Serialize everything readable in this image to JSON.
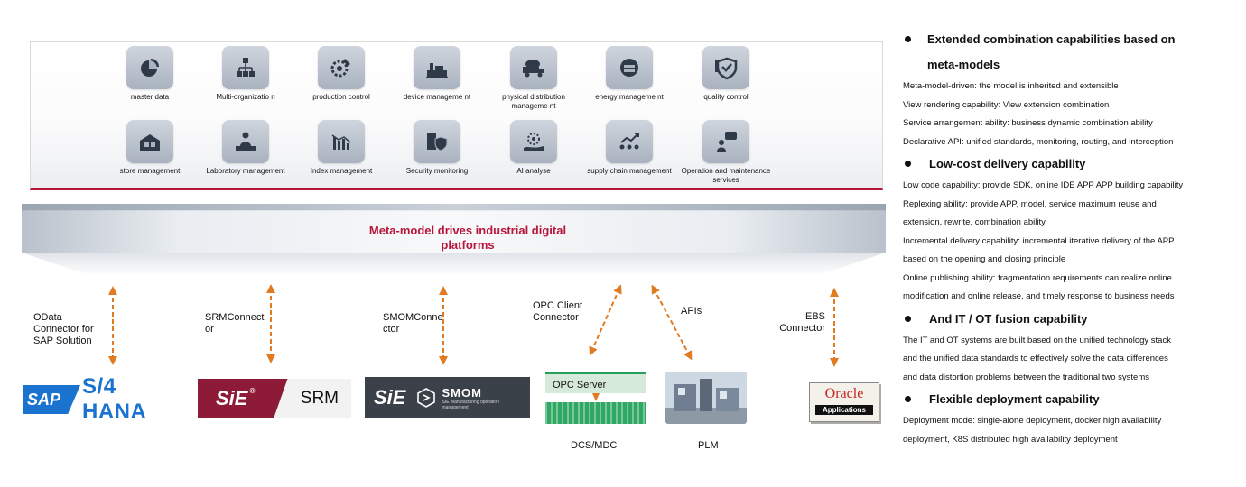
{
  "modules_row1": [
    {
      "label": "master data",
      "icon": "pie-chart-icon"
    },
    {
      "label": "Multi-organizatio n",
      "icon": "org-chart-icon"
    },
    {
      "label": "production control",
      "icon": "gear-wrench-icon"
    },
    {
      "label": "device manageme nt",
      "icon": "factory-device-icon"
    },
    {
      "label": "physical distribution manageme nt",
      "icon": "truck-icon"
    },
    {
      "label": "energy manageme nt",
      "icon": "energy-icon"
    },
    {
      "label": "quality control",
      "icon": "shield-tools-icon"
    }
  ],
  "modules_row2": [
    {
      "label": "store management",
      "icon": "warehouse-icon"
    },
    {
      "label": "Laboratory management",
      "icon": "laboratory-icon"
    },
    {
      "label": "Index management",
      "icon": "index-chart-icon"
    },
    {
      "label": "Security monitoring",
      "icon": "security-shield-icon"
    },
    {
      "label": "AI analyse",
      "icon": "ai-hand-icon"
    },
    {
      "label": "supply chain management",
      "icon": "supply-chain-icon"
    },
    {
      "label": "Operation and maintenance services",
      "icon": "maintenance-chat-icon"
    }
  ],
  "platform": {
    "title": "Meta-model drives industrial digital platforms"
  },
  "connectors": [
    {
      "label": "OData Connector for SAP Solution"
    },
    {
      "label": "SRMConnect or"
    },
    {
      "label": "SMOMConne ctor"
    },
    {
      "label": "OPC Client Connector"
    },
    {
      "label": "APIs"
    },
    {
      "label": "EBS Connector"
    }
  ],
  "logos": {
    "sap_badge": "SAP",
    "sap_text": "S/4 HANA",
    "sie_mark": "SiE",
    "sie_reg": "®",
    "srm": "SRM",
    "smom_mark": "SiE",
    "smom_name": "SMOM",
    "smom_sub": "SIE Manufacturing operation management",
    "opc_server": "OPC Server",
    "dcs_caption": "DCS/MDC",
    "plm_caption": "PLM",
    "oracle_name": "Oracle",
    "oracle_sub": "Applications"
  },
  "capabilities": [
    {
      "heading": "Extended combination capabilities based on meta-models",
      "lines": [
        "Meta-model-driven: the model is inherited and extensible",
        "View rendering capability: View extension combination",
        "Service arrangement ability: business dynamic combination ability",
        "Declarative API: unified standards, monitoring, routing, and interception"
      ]
    },
    {
      "heading": "Low-cost delivery capability",
      "lines": [
        "Low code capability: provide SDK, online IDE APP APP building capability",
        "Replexing ability: provide APP, model, service maximum reuse and",
        "extension, rewrite, combination ability",
        "Incremental delivery capability: incremental iterative delivery of the APP",
        "based on the opening and closing principle",
        "Online publishing ability: fragmentation requirements can realize online",
        "modification and online release, and timely response to business needs"
      ]
    },
    {
      "heading": "And IT / OT fusion capability",
      "lines": [
        "The IT and OT systems are built based on the unified technology stack",
        "and the unified data standards to effectively solve the data differences",
        "and data distortion problems between the traditional two systems"
      ]
    },
    {
      "heading": "Flexible deployment capability",
      "lines": [
        "Deployment mode: single-alone deployment, docker high availability",
        "deployment, K8S distributed high availability deployment"
      ]
    }
  ],
  "colors": {
    "accent": "#b8153a",
    "arrow": "#e07b22",
    "tile": "#aab3c0"
  }
}
